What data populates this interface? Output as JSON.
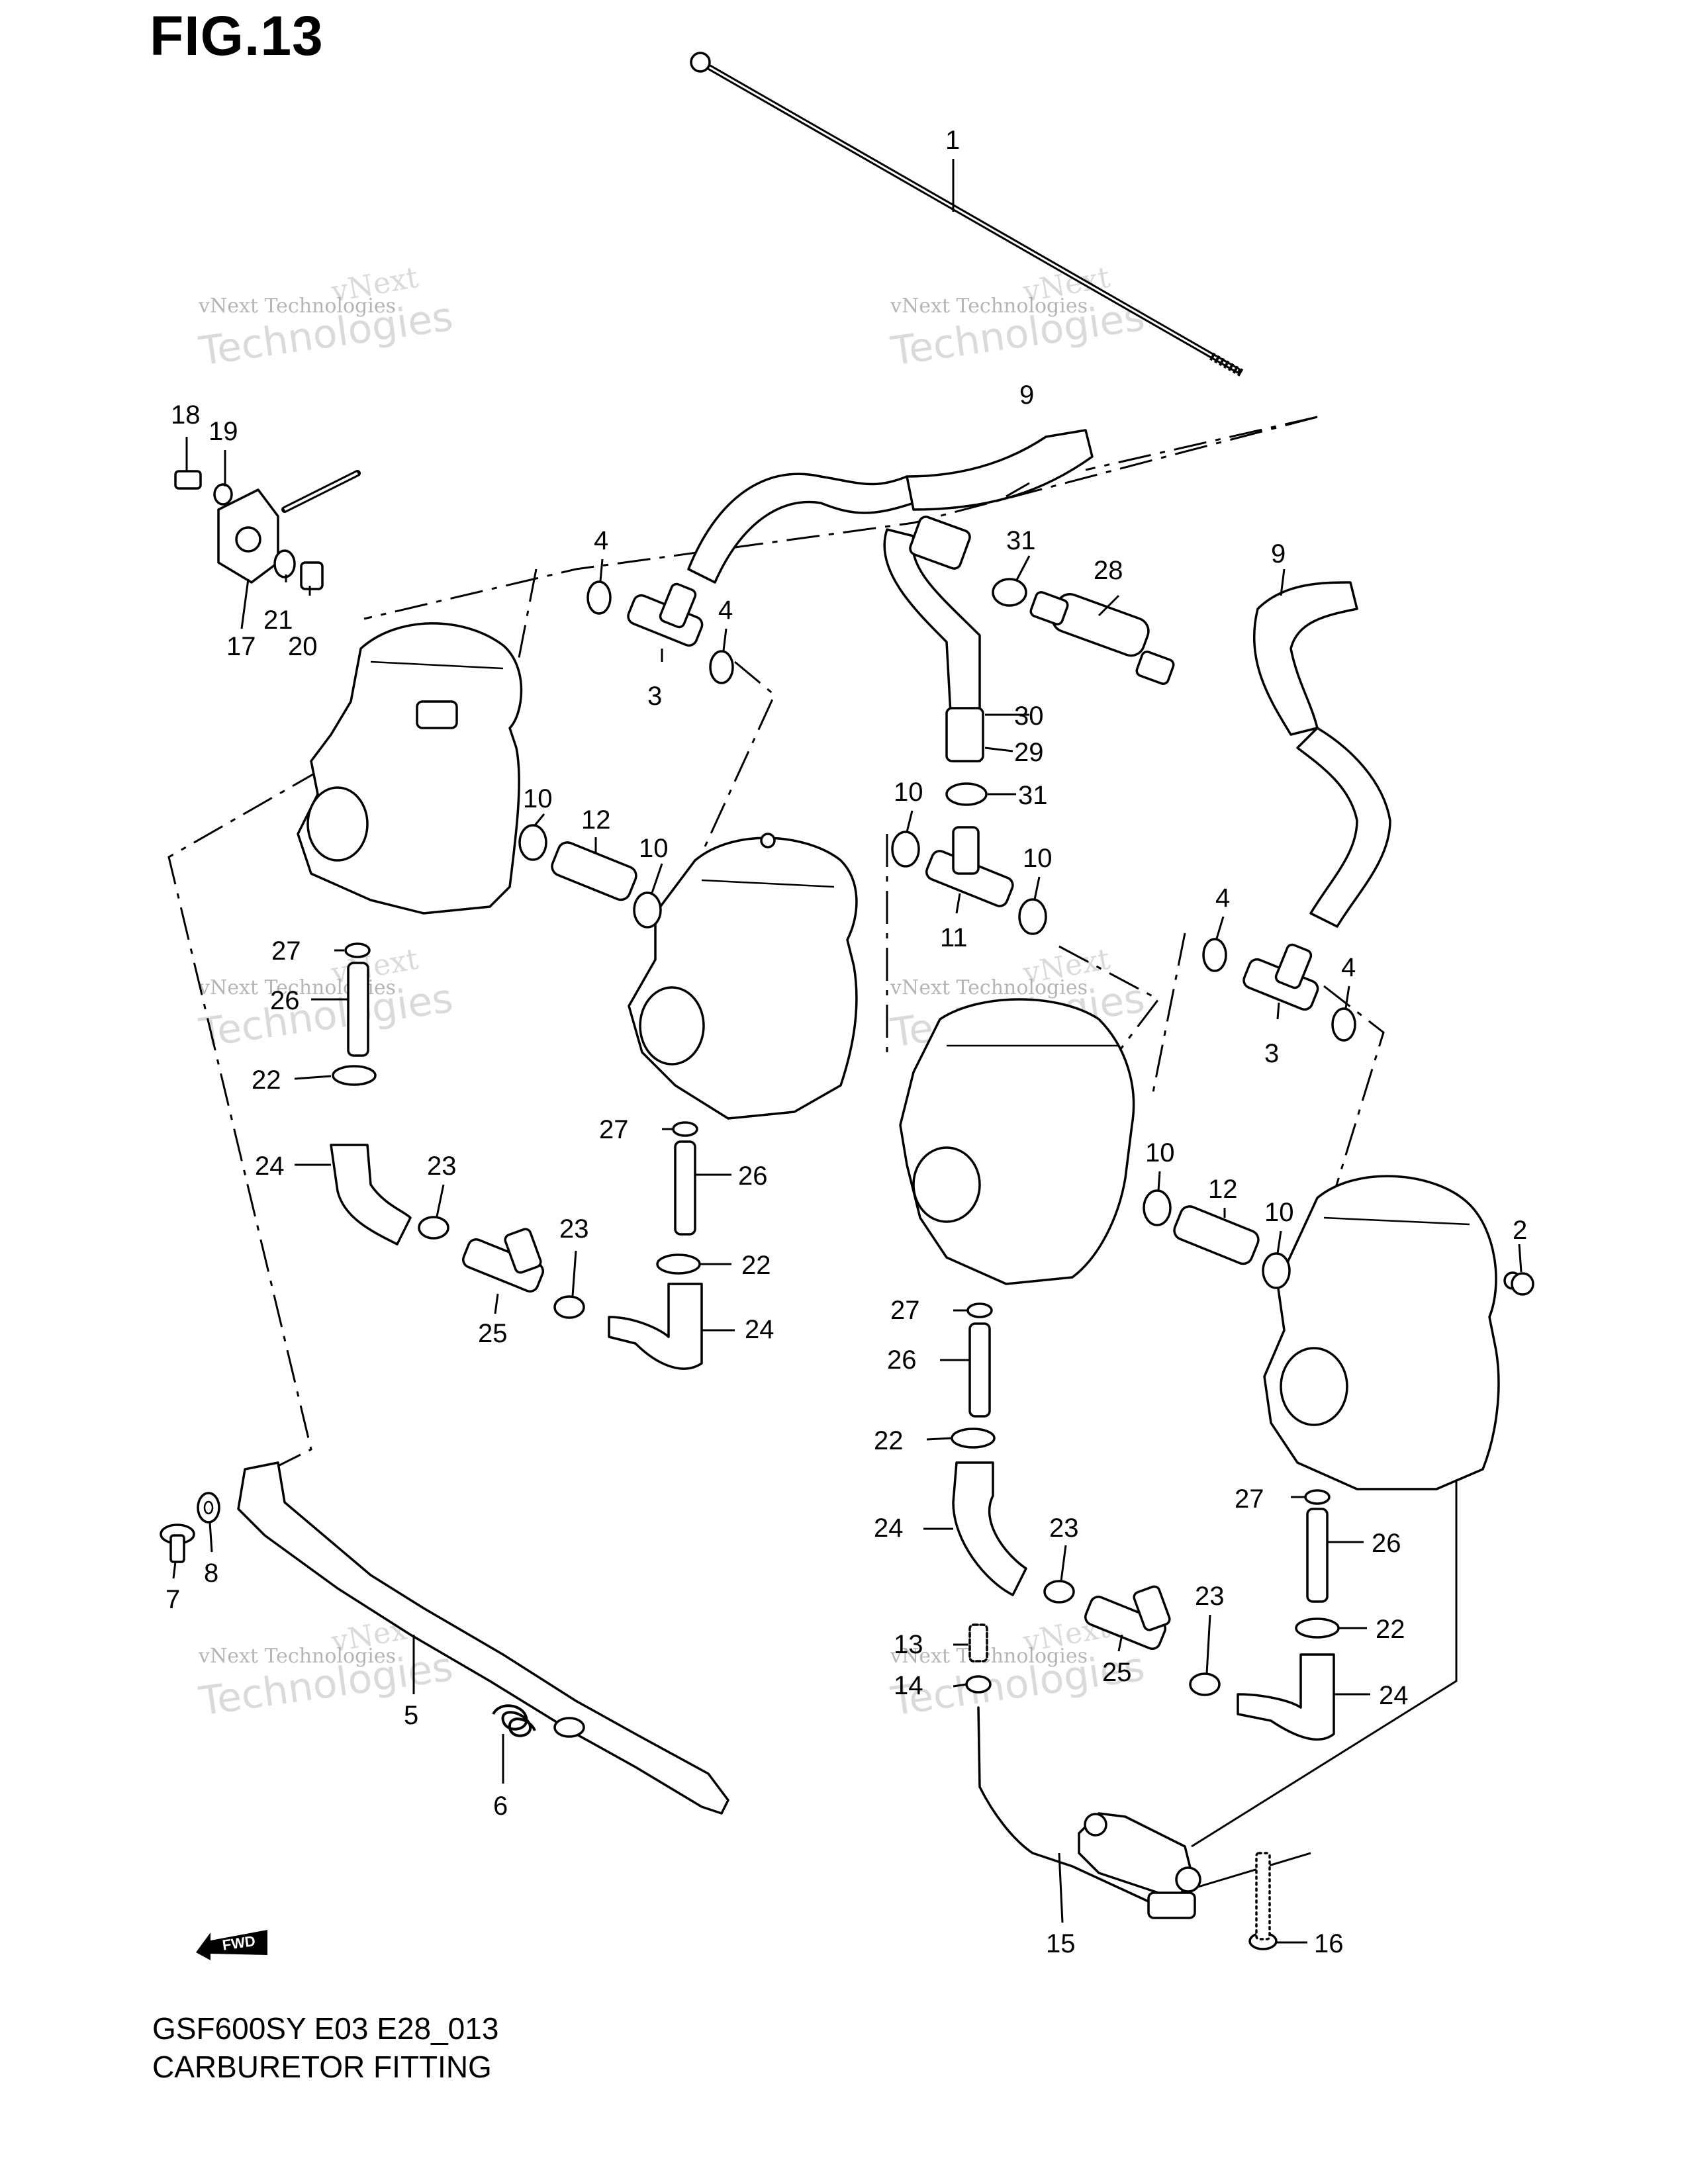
{
  "figure": {
    "title": "FIG.13"
  },
  "footer": {
    "model_code": "GSF600SY E03 E28_013",
    "section_name": "CARBURETOR FITTING"
  },
  "watermark": {
    "line1": "vNext",
    "line2": "vNext Technologies",
    "line3": "Technologies"
  },
  "fwd_marker": {
    "label": "FWD"
  },
  "callouts": [
    {
      "id": "c1",
      "text": "1"
    },
    {
      "id": "c2",
      "text": "2"
    },
    {
      "id": "c3a",
      "text": "3"
    },
    {
      "id": "c3b",
      "text": "3"
    },
    {
      "id": "c4a",
      "text": "4"
    },
    {
      "id": "c4b",
      "text": "4"
    },
    {
      "id": "c4c",
      "text": "4"
    },
    {
      "id": "c4d",
      "text": "4"
    },
    {
      "id": "c5",
      "text": "5"
    },
    {
      "id": "c6",
      "text": "6"
    },
    {
      "id": "c7",
      "text": "7"
    },
    {
      "id": "c8",
      "text": "8"
    },
    {
      "id": "c9a",
      "text": "9"
    },
    {
      "id": "c9b",
      "text": "9"
    },
    {
      "id": "c10a",
      "text": "10"
    },
    {
      "id": "c10b",
      "text": "10"
    },
    {
      "id": "c10c",
      "text": "10"
    },
    {
      "id": "c10d",
      "text": "10"
    },
    {
      "id": "c10e",
      "text": "10"
    },
    {
      "id": "c10f",
      "text": "10"
    },
    {
      "id": "c11",
      "text": "11"
    },
    {
      "id": "c12a",
      "text": "12"
    },
    {
      "id": "c12b",
      "text": "12"
    },
    {
      "id": "c13",
      "text": "13"
    },
    {
      "id": "c14",
      "text": "14"
    },
    {
      "id": "c15",
      "text": "15"
    },
    {
      "id": "c16",
      "text": "16"
    },
    {
      "id": "c17",
      "text": "17"
    },
    {
      "id": "c18",
      "text": "18"
    },
    {
      "id": "c19",
      "text": "19"
    },
    {
      "id": "c20",
      "text": "20"
    },
    {
      "id": "c21",
      "text": "21"
    },
    {
      "id": "c22a",
      "text": "22"
    },
    {
      "id": "c22b",
      "text": "22"
    },
    {
      "id": "c22c",
      "text": "22"
    },
    {
      "id": "c22d",
      "text": "22"
    },
    {
      "id": "c23a",
      "text": "23"
    },
    {
      "id": "c23b",
      "text": "23"
    },
    {
      "id": "c23c",
      "text": "23"
    },
    {
      "id": "c23d",
      "text": "23"
    },
    {
      "id": "c24a",
      "text": "24"
    },
    {
      "id": "c24b",
      "text": "24"
    },
    {
      "id": "c24c",
      "text": "24"
    },
    {
      "id": "c24d",
      "text": "24"
    },
    {
      "id": "c25a",
      "text": "25"
    },
    {
      "id": "c25b",
      "text": "25"
    },
    {
      "id": "c26a",
      "text": "26"
    },
    {
      "id": "c26b",
      "text": "26"
    },
    {
      "id": "c26c",
      "text": "26"
    },
    {
      "id": "c26d",
      "text": "26"
    },
    {
      "id": "c27a",
      "text": "27"
    },
    {
      "id": "c27b",
      "text": "27"
    },
    {
      "id": "c27c",
      "text": "27"
    },
    {
      "id": "c27d",
      "text": "27"
    },
    {
      "id": "c28",
      "text": "28"
    },
    {
      "id": "c29",
      "text": "29"
    },
    {
      "id": "c30",
      "text": "30"
    },
    {
      "id": "c31a",
      "text": "31"
    },
    {
      "id": "c31b",
      "text": "31"
    }
  ]
}
